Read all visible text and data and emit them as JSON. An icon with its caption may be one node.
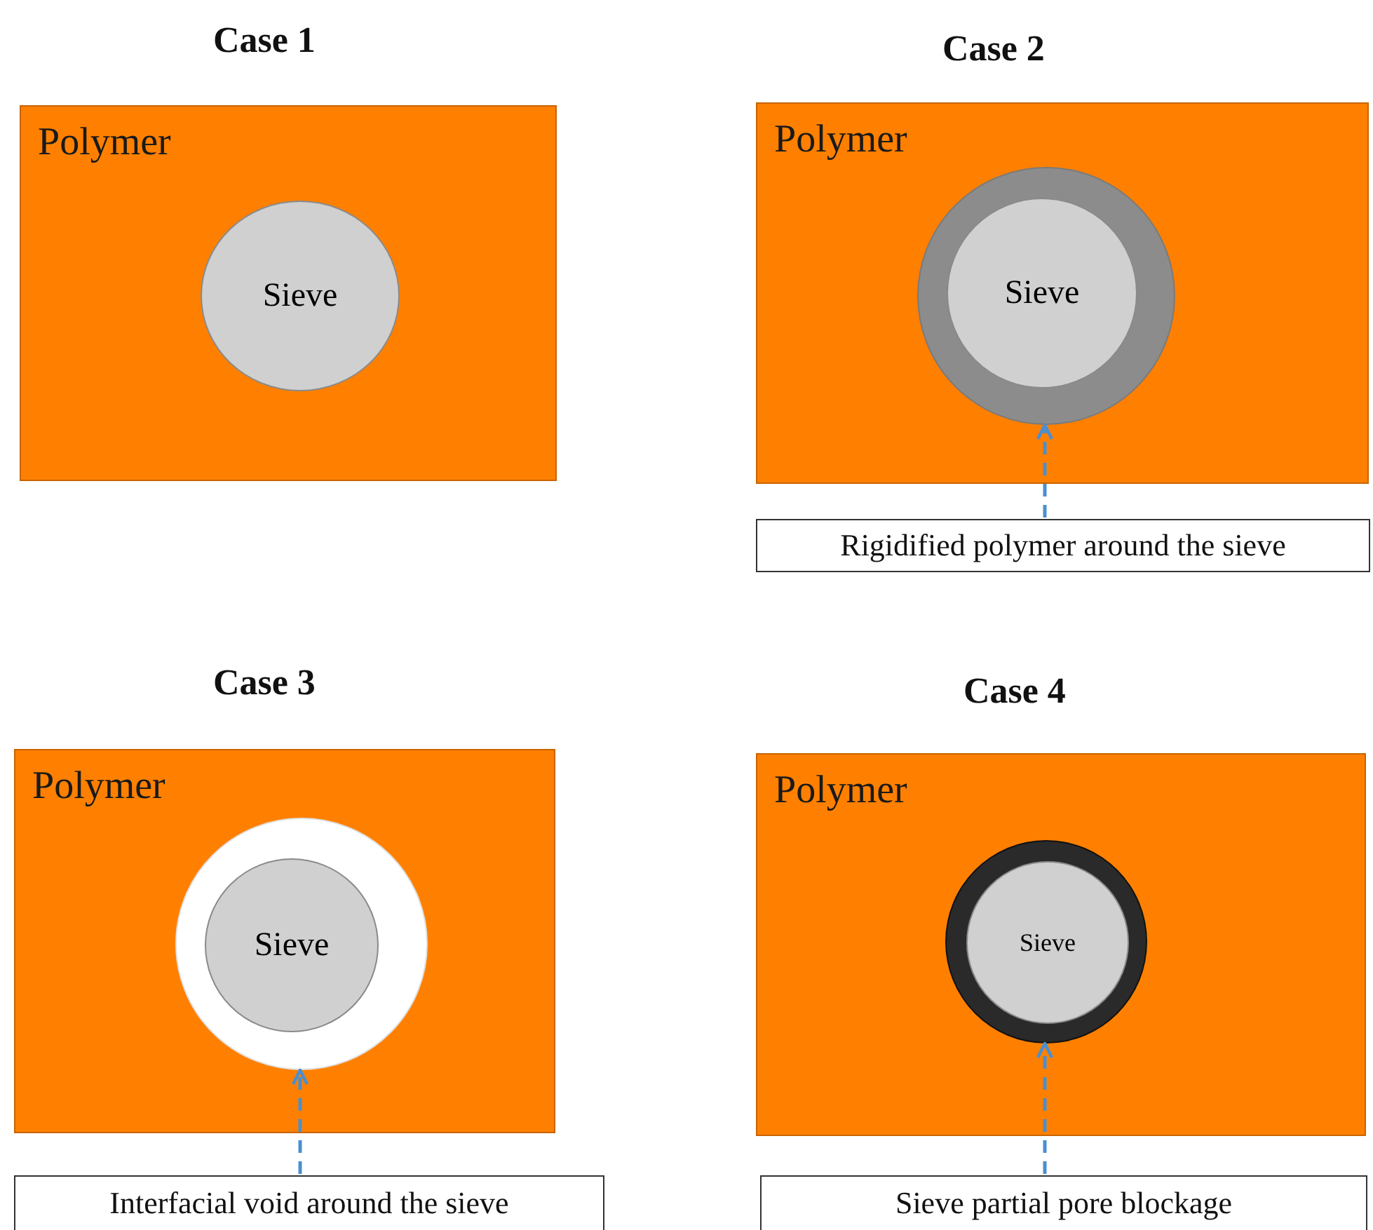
{
  "diagram": {
    "nodes": [
      {
        "text": [
          "Polymer"
        ]
      },
      {
        "text": [
          "Sieve"
        ],
        "in": 0
      },
      {
        "text": [
          "Polymer"
        ]
      },
      {
        "text": [],
        "shape": "circle",
        "in": 2
      },
      {
        "text": [
          "Sieve"
        ],
        "in": 3
      },
      {
        "text": [
          "Rigidified polymer around the sieve"
        ]
      },
      {
        "text": [
          "Polymer"
        ]
      },
      {
        "text": [],
        "shape": "circle",
        "in": 6
      },
      {
        "text": [
          "Sieve"
        ],
        "in": 7
      },
      {
        "text": [
          "Interfacial void around the sieve"
        ]
      },
      {
        "text": [
          "Polymer"
        ]
      },
      {
        "text": [],
        "shape": "circle",
        "in": 10
      },
      {
        "text": [
          "Sieve"
        ],
        "in": 11
      },
      {
        "text": [
          "Sieve partial pore blockage"
        ]
      }
    ],
    "edges": [
      {
        "from": 5,
        "to": 3,
        "arrow": "to",
        "style": "dashed"
      },
      {
        "from": 9,
        "to": 7,
        "arrow": "to",
        "style": "dashed"
      },
      {
        "from": 13,
        "to": 11,
        "arrow": "to",
        "style": "dashed"
      }
    ],
    "labels": [
      "Case 1",
      "Case 2",
      "Case 3",
      "Case 4"
    ]
  }
}
